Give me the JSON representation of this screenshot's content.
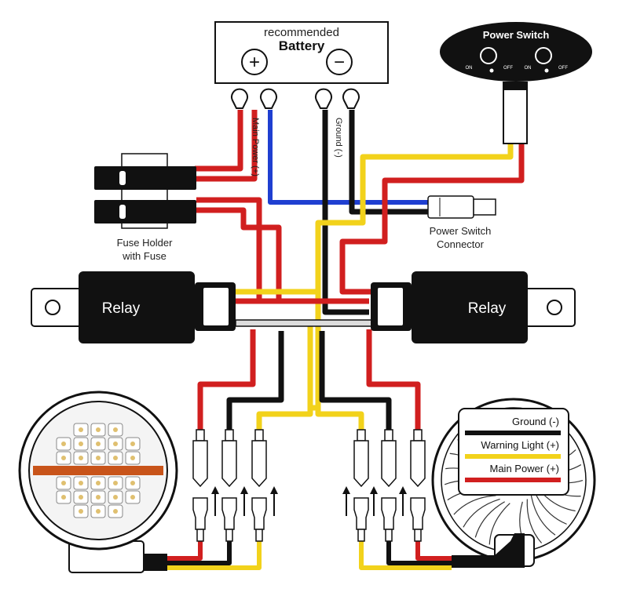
{
  "battery": {
    "line1": "recommended",
    "line2": "Battery",
    "plus": "+",
    "minus": "−"
  },
  "power_switch": {
    "title": "Power Switch",
    "on": "ON",
    "off": "OFF"
  },
  "wire_labels": {
    "main_power": "Main Power (+)",
    "ground": "Ground (-)"
  },
  "fuse_holder": {
    "line1": "Fuse Holder",
    "line2": "with Fuse"
  },
  "switch_connector": {
    "line1": "Power Switch",
    "line2": "Connector"
  },
  "relay_left": "Relay",
  "relay_right": "Relay",
  "legend": [
    {
      "label": "Ground (-)",
      "color": "#111111"
    },
    {
      "label": "Warning Light (+)",
      "color": "#f2d21b"
    },
    {
      "label": "Main Power (+)",
      "color": "#d11f1f"
    }
  ],
  "colors": {
    "red": "#d11f1f",
    "black": "#111111",
    "yellow": "#f2d21b",
    "blue": "#1f3fd1"
  }
}
